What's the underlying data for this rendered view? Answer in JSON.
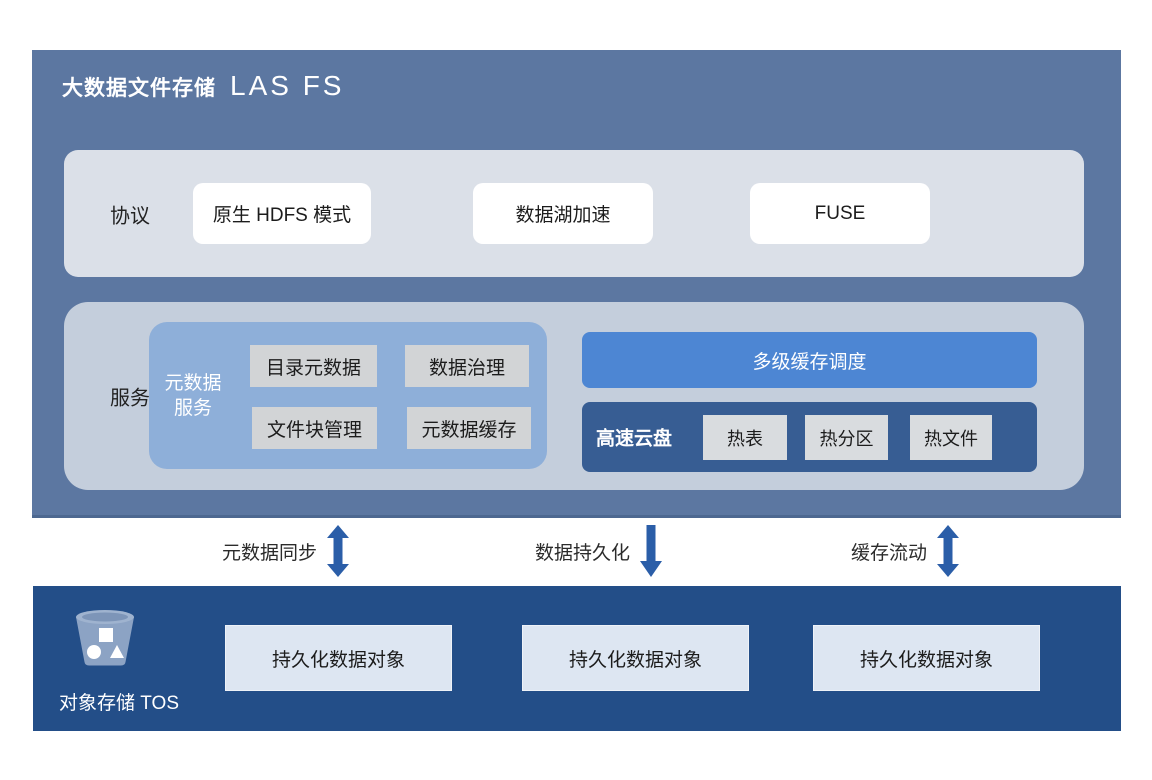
{
  "palette": {
    "main_bg": "#5c77a1",
    "protocol_bg": "#dbe0e8",
    "services_bg": "#c4cedc",
    "metadata_panel_bg": "#8eafd9",
    "cache_bar_bg": "#4d86d3",
    "disk_bar_bg": "#375d93",
    "storage_bg": "#234e88",
    "white_chip_bg": "#ffffff",
    "mini_box_bg": "#d2d4d6",
    "object_box_bg": "#dde6f2",
    "arrow_color": "#2b5ea8"
  },
  "header": {
    "product_zh": "大数据文件存储",
    "product_en": "LAS FS"
  },
  "protocol": {
    "label": "协议",
    "items": [
      "原生 HDFS 模式",
      "数据湖加速",
      "FUSE"
    ]
  },
  "services": {
    "label": "服务",
    "metadata_panel": {
      "label": "元数据服务",
      "items": [
        "目录元数据",
        "数据治理",
        "文件块管理",
        "元数据缓存"
      ]
    },
    "cache_scheduler_label": "多级缓存调度",
    "high_speed_disk": {
      "label": "高速云盘",
      "items": [
        "热表",
        "热分区",
        "热文件"
      ]
    }
  },
  "flows": [
    {
      "label": "元数据同步",
      "direction": "both"
    },
    {
      "label": "数据持久化",
      "direction": "down"
    },
    {
      "label": "缓存流动",
      "direction": "both"
    }
  ],
  "object_storage": {
    "label": "对象存储 TOS",
    "objects": [
      "持久化数据对象",
      "持久化数据对象",
      "持久化数据对象"
    ]
  }
}
